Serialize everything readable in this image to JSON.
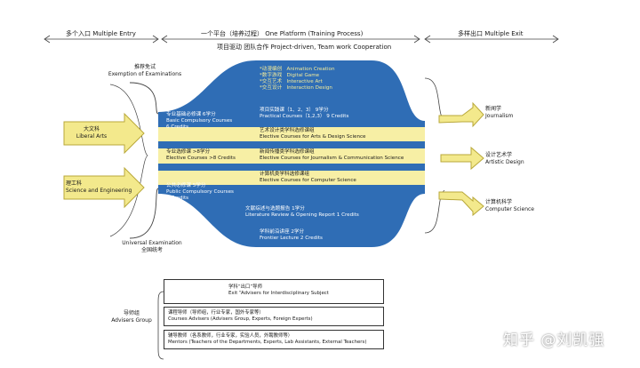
{
  "header": {
    "left": "多个入口   Multiple Entry",
    "center_line1": "一个平台（培养过程）   One Platform (Training Process)",
    "center_line2": "项目驱动   团队合作   Project-driven, Team work Cooperation",
    "right": "多样出口   Multiple Exit"
  },
  "entries": {
    "exemption_zh": "推荐免试",
    "exemption_en": "Exemption of Examinations",
    "liberal_zh": "大文科",
    "liberal_en": "Liberal Arts",
    "science_zh": "理工科",
    "science_en": "Science and Engineering",
    "universal_en": "Universal Examination",
    "universal_zh": "全国统考"
  },
  "platform": {
    "specialties": [
      {
        "zh": "*动漫编创",
        "en": "Animation Creation"
      },
      {
        "zh": "*数字游戏",
        "en": "Digital Game"
      },
      {
        "zh": "*交互艺术",
        "en": "Interactive Art"
      },
      {
        "zh": "*交互设计",
        "en": "Interaction Design"
      }
    ],
    "practical_zh": "项目实践课（1、2、3） 9学分",
    "practical_en": "Practical Courses（1,2,3）  9 Credits",
    "basic_zh": "专业基础必修课   6学分",
    "basic_en": "Basic Compulsory Courses",
    "basic_credits": "6 Credits",
    "art_elective_zh": "艺术设计类学科选修课组",
    "art_elective_en": "Elective Courses for Arts & Design Science",
    "elective_zh": "专业选修课       >8学分",
    "elective_en": "Elective Courses  >8 Credits",
    "journal_elective_zh": "新闻传播类学科选修课组",
    "journal_elective_en": "Elective Courses for Journalism & Communication Science",
    "cs_elective_zh": "计算机类学科选修课组",
    "cs_elective_en": "Elective Courses for Computer Science",
    "public_zh": "公共必修课       5学分",
    "public_en": "Public Compulsory Courses",
    "public_credits": "5 Credits",
    "lit_zh": "文献综述与选题报告     1学分",
    "lit_en": "Literature Review & Opening Report   1 Credits",
    "frontier_zh": "学科前沿讲座       2学分",
    "frontier_en": "Frontier Lecture     2 Credits"
  },
  "exits": [
    {
      "zh": "新闻学",
      "en": "Journalism"
    },
    {
      "zh": "设计艺术学",
      "en": "Artistic Design"
    },
    {
      "zh": "计算机科学",
      "en": "Computer Science"
    }
  ],
  "advisers": {
    "group_zh": "导师组",
    "group_en": "Advisers Group",
    "subject_zh": "学科“出口”导师",
    "subject_en": "Exit  “Advisers for Interdisciplinary Subject",
    "course_zh": "课程导师（导师组，行业专家，国外专家等）",
    "course_en": "Courses Advisers (Advisers Group, Experts, Foreign Experts)",
    "mentor_zh": "辅导教师（各系教师，行业专家，实验人员，外聘教师等）",
    "mentor_en": "Mentors (Teachers of the Departments, Experts, Lab Assistants, External Teachers)"
  },
  "watermark": "知乎 @刘凯强",
  "colors": {
    "blue": "#2f6db5",
    "yellow": "#f7efa5",
    "arrow_fill": "#f3e98c",
    "arrow_stroke": "#b9a83a"
  }
}
